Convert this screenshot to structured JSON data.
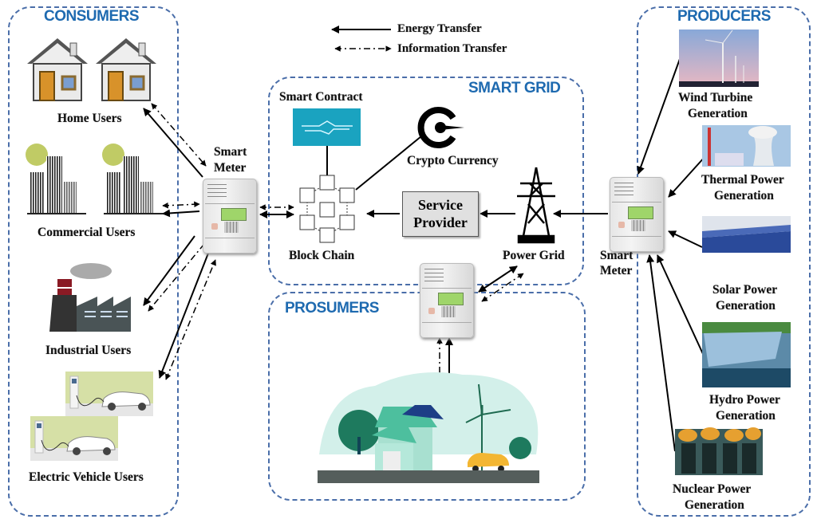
{
  "legend": {
    "energy_transfer": "Energy Transfer",
    "information_transfer": "Information Transfer"
  },
  "groups": {
    "consumers": {
      "title": "CONSUMERS",
      "items": [
        {
          "label": "Home Users",
          "icon": "house-icon"
        },
        {
          "label": "Commercial Users",
          "icon": "office-buildings-icon"
        },
        {
          "label": "Industrial Users",
          "icon": "factory-icon"
        },
        {
          "label": "Electric Vehicle Users",
          "icon": "ev-charging-icon"
        }
      ]
    },
    "smart_grid": {
      "title": "SMART GRID",
      "smart_contract": "Smart Contract",
      "crypto_currency": "Crypto Currency",
      "block_chain": "Block Chain",
      "service_provider_line1": "Service",
      "service_provider_line2": "Provider",
      "power_grid": "Power Grid"
    },
    "prosumers": {
      "title": "PROSUMERS"
    },
    "producers": {
      "title": "PRODUCERS",
      "items": [
        {
          "line1": "Wind Turbine",
          "line2": "Generation",
          "icon": "wind-turbine-icon"
        },
        {
          "line1": "Thermal Power",
          "line2": "Generation",
          "icon": "thermal-plant-icon"
        },
        {
          "line1": "Solar Power",
          "line2": "Generation",
          "icon": "solar-panel-icon"
        },
        {
          "line1": "Hydro Power",
          "line2": "Generation",
          "icon": "hydro-dam-icon"
        },
        {
          "line1": "Nuclear Power",
          "line2": "Generation",
          "icon": "nuclear-plant-icon"
        }
      ]
    }
  },
  "smart_meter": {
    "line1": "Smart",
    "line2": "Meter"
  },
  "colors": {
    "group_border": "#4a6ea9",
    "group_title": "#1e6ab0",
    "arrow": "#000000",
    "smart_contract_bg": "#1aa3c0",
    "service_provider_bg": "#e0e0e0"
  }
}
